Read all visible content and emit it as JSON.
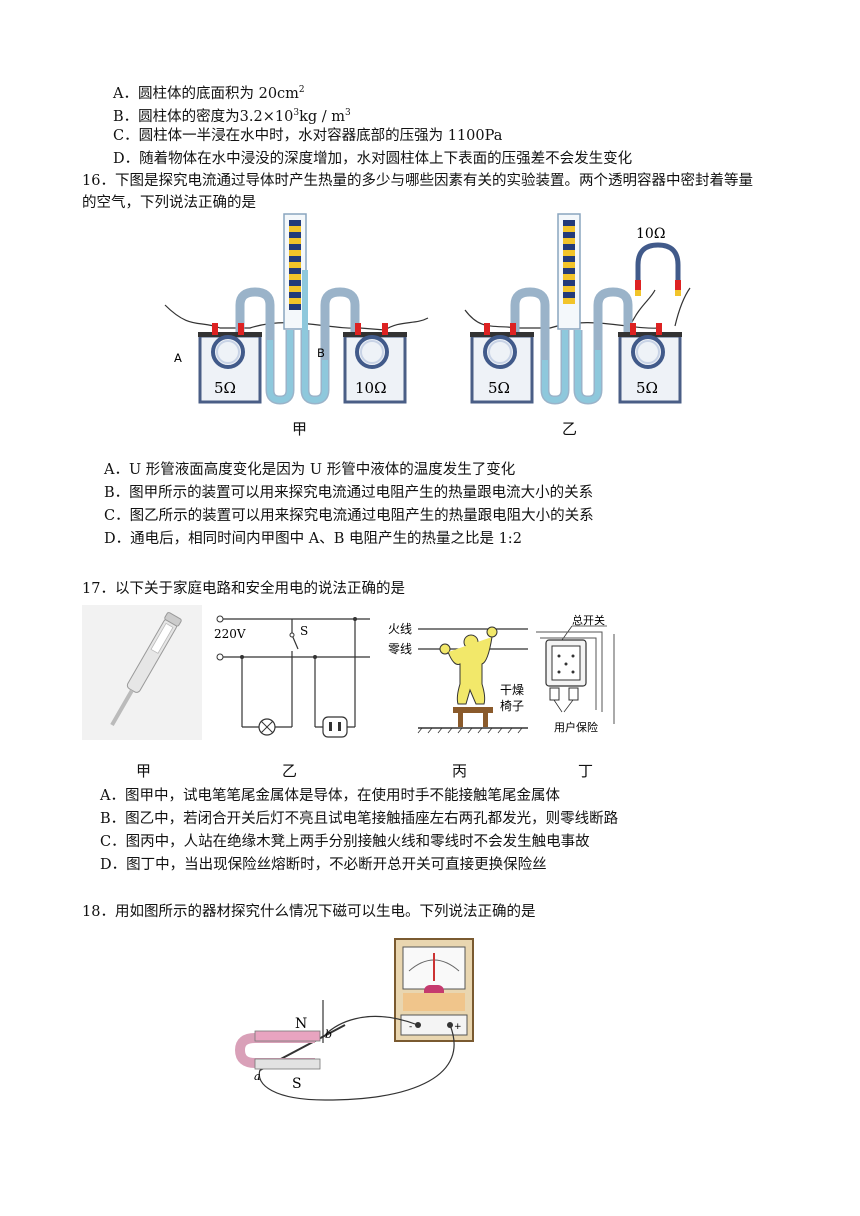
{
  "q15_options": [
    {
      "letter": "A．",
      "text": "圆柱体的底面积为 20cm",
      "sup": "2"
    },
    {
      "letter": "B．",
      "text_pre": "圆柱体的密度为",
      "val": "3.2×10",
      "sup": "3",
      "unit": "kg / m",
      "sup2": "3"
    },
    {
      "letter": "C．",
      "text": "圆柱体一半浸在水中时，水对容器底部的压强为 1100Pa"
    },
    {
      "letter": "D．",
      "text": "随着物体在水中浸没的深度增加，水对圆柱体上下表面的压强差不会发生变化"
    }
  ],
  "q16": {
    "stem_line1": "16．下图是探究电流通过导体时产生热量的多少与哪些因素有关的实验装置。两个透明容器中密封着等量",
    "stem_line2": "的空气，下列说法正确的是",
    "fig_jia": {
      "label_a": "A",
      "label_b": "B",
      "r_left": "5Ω",
      "r_right": "10Ω",
      "caption": "甲"
    },
    "fig_yi": {
      "r_left": "5Ω",
      "r_right": "5Ω",
      "r_top": "10Ω",
      "caption": "乙"
    },
    "options": [
      "A．U 形管液面高度变化是因为 U 形管中液体的温度发生了变化",
      "B．图甲所示的装置可以用来探究电流通过电阻产生的热量跟电流大小的关系",
      "C．图乙所示的装置可以用来探究电流通过电阻产生的热量跟电阻大小的关系",
      "D．通电后，相同时间内甲图中 A、B 电阻产生的热量之比是 1:2"
    ]
  },
  "q17": {
    "stem": "17．以下关于家庭电路和安全用电的说法正确的是",
    "fig_yi": {
      "voltage": "220V",
      "switch": "S"
    },
    "fig_bing": {
      "live": "火线",
      "neutral": "零线",
      "chair1": "干燥",
      "chair2": "椅子"
    },
    "fig_ding": {
      "main_switch": "总开关",
      "fuse": "用户保险"
    },
    "captions": [
      "甲",
      "乙",
      "丙",
      "丁"
    ],
    "options": [
      "A．图甲中，试电笔笔尾金属体是导体，在使用时手不能接触笔尾金属体",
      "B．图乙中，若闭合开关后灯不亮且试电笔接触插座左右两孔都发光，则零线断路",
      "C．图丙中，人站在绝缘木凳上两手分别接触火线和零线时不会发生触电事故",
      "D．图丁中，当出现保险丝熔断时，不必断开总开关可直接更换保险丝"
    ]
  },
  "q18": {
    "stem": "18．用如图所示的器材探究什么情况下磁可以生电。下列说法正确的是",
    "fig": {
      "n": "N",
      "s": "S",
      "a": "a",
      "b": "b"
    }
  }
}
